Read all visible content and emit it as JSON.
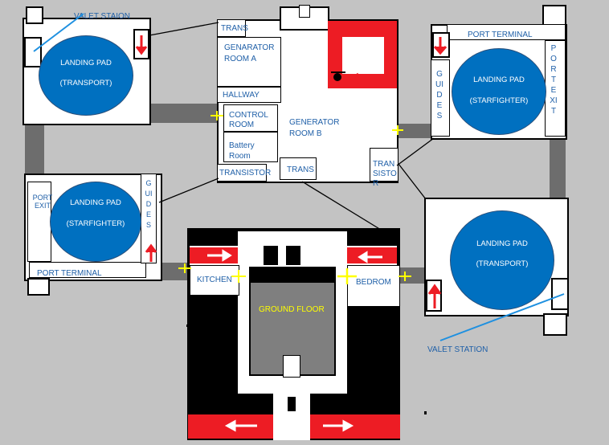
{
  "pads": {
    "top_left": {
      "line1": "LANDING PAD",
      "line2": "(TRANSPORT)"
    },
    "bottom_left": {
      "line1": "LANDING PAD",
      "line2": "(STARFIGHTER)"
    },
    "top_right": {
      "line1": "LANDING PAD",
      "line2": "(STARFIGHTER)"
    },
    "bottom_right": {
      "line1": "LANDING PAD",
      "line2": "(TRANSPORT)"
    }
  },
  "labels": {
    "valet_top": "VALET STAION",
    "valet_bottom": "VALET STATION",
    "port_terminal_right": "PORT TERMINAL",
    "port_terminal_left": "PORT TERMINAL",
    "port_exit_right": "PORT EXIT",
    "guides_right": "GUIDES",
    "port_exit_left": "PORT EXIT",
    "guides_left": "GUIDES"
  },
  "rooms": {
    "trans_top": "TRANS",
    "generator_a": "GENARATOR ROOM A",
    "hallway": "HALLWAY",
    "control_room": "CONTROL ROOM",
    "battery_room": "Battery Room",
    "generator_b": "GENERATOR ROOM B",
    "transistor_left": "TRANSISTOR",
    "trans_bottom": "TRANS",
    "transistor_right": "TRANSISTOR",
    "kitchen": "KITCHEN",
    "bedroom": "BEDROM",
    "ground_floor": "GROUND FLOOR"
  },
  "colors": {
    "pad_blue": "#0070c0",
    "label_blue": "#2060a8",
    "arrow_red": "#ed1c24",
    "marker_yellow": "#ffff00",
    "floor_gray": "#7f7f7f"
  }
}
